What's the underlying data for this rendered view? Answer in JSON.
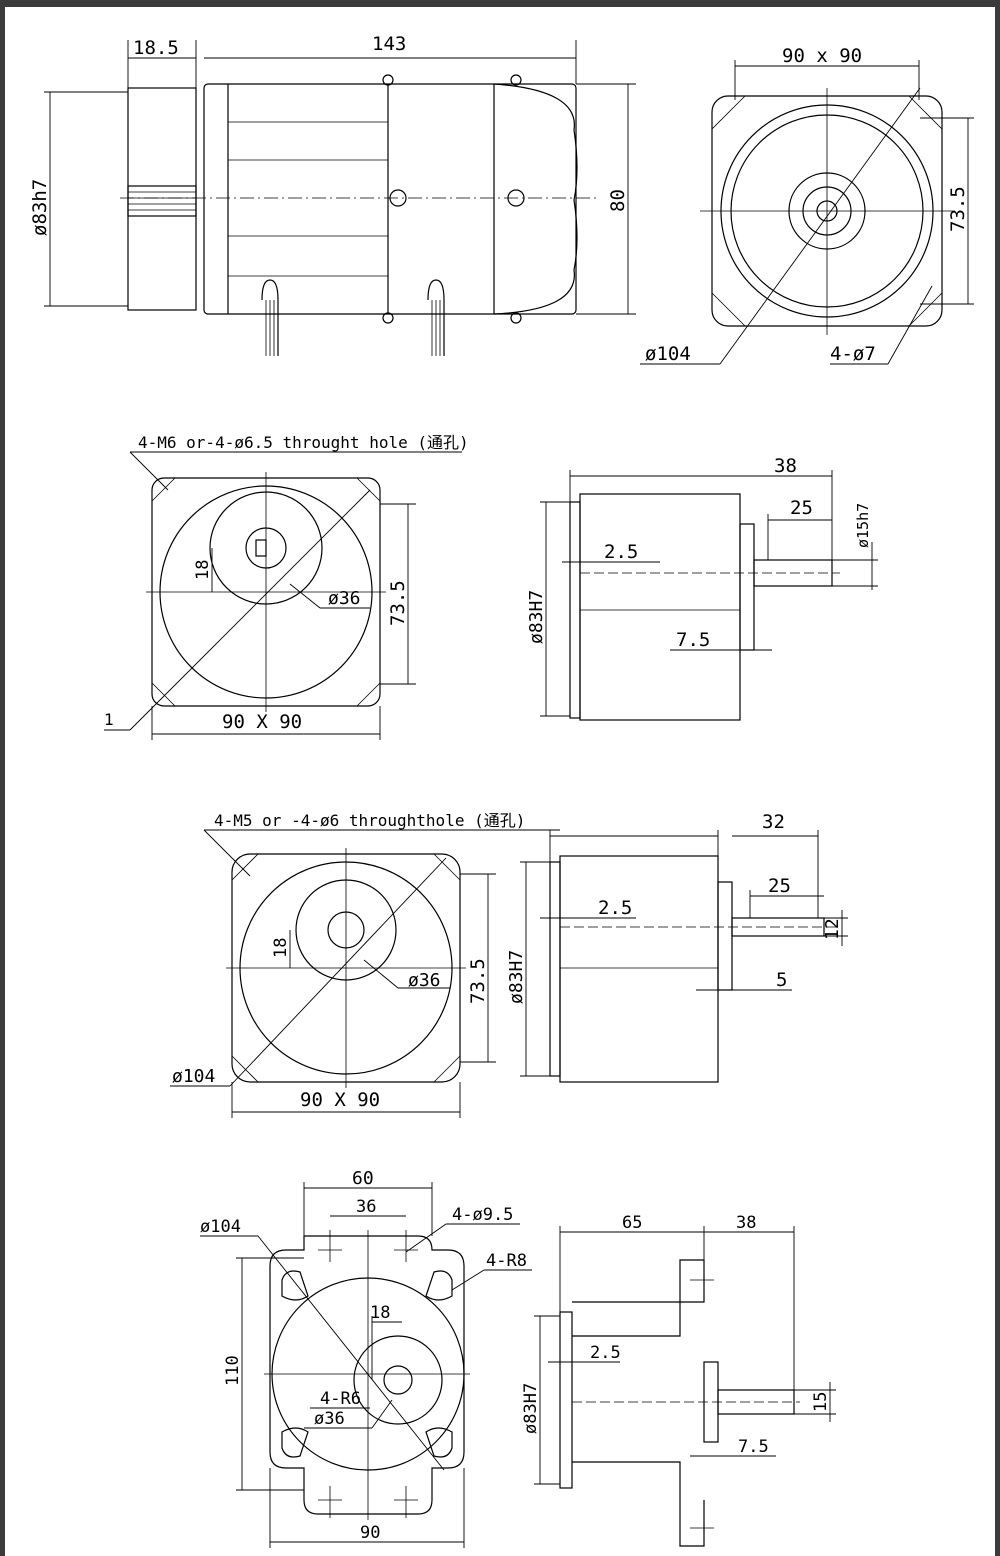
{
  "view1": {
    "shaft_len": "18.5",
    "body_len": "143",
    "dia_label": "ø83h7",
    "height": "80",
    "square": "90 x 90",
    "pcd": "73.5",
    "outer_dia": "ø104",
    "holes": "4-ø7"
  },
  "view2": {
    "note": "4-M6 or-4-ø6.5 throught hole (通孔)",
    "offset": "18",
    "hub_dia": "ø36",
    "pcd": "73.5",
    "square": "90 X 90",
    "marker": "1",
    "total_len": "38",
    "shaft_len": "25",
    "shaft_dia": "ø15h7",
    "pilot": "2.5",
    "step": "7.5",
    "dia_label": "ø83H7"
  },
  "view3": {
    "note": "4-M5 or -4-ø6 throughthole (通孔)",
    "offset": "18",
    "hub_dia": "ø36",
    "pcd": "73.5",
    "outer_dia": "ø104",
    "square": "90 X 90",
    "total_len": "32",
    "shaft_len": "25",
    "shaft_dia": "12",
    "pilot": "2.5",
    "step": "5",
    "dia_label": "ø83H7"
  },
  "view4": {
    "width_top": "60",
    "inner_top": "36",
    "outer_dia": "ø104",
    "holes": "4-ø9.5",
    "radius": "4-R8",
    "offset": "18",
    "height": "110",
    "radius2": "4-R6",
    "hub_dia": "ø36",
    "bottom": "90",
    "len_a": "65",
    "len_b": "38",
    "pilot": "2.5",
    "dia_label": "ø83H7",
    "shaft_dia": "15",
    "step": "7.5"
  }
}
